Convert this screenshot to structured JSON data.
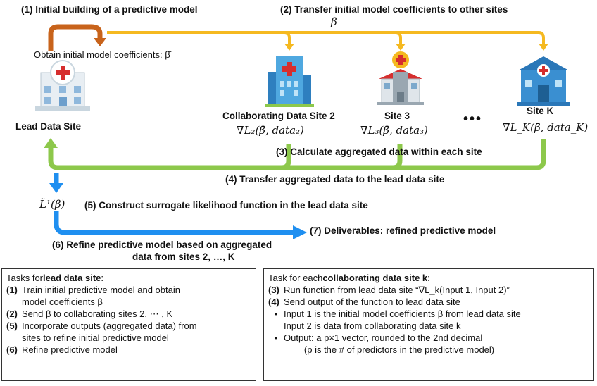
{
  "steps": {
    "step1": "(1) Initial building of a predictive model",
    "step2": "(2) Transfer initial model coefficients to other sites",
    "beta_bar": "β̄",
    "obtain_coeffs": "Obtain initial model coefficients: β̄",
    "step3": "(3) Calculate aggregated data within each site",
    "step4": "(4) Transfer aggregated data to the  lead data site",
    "surrogate_symbol": "L̃¹(β)",
    "step5": "(5) Construct surrogate likelihood function in the lead data site",
    "step6_line1": "(6) Refine predictive model based on aggregated",
    "step6_line2": "data from sites 2, …, K",
    "step7": "(7) Deliverables: refined predictive model"
  },
  "sites": {
    "lead": "Lead Data Site",
    "site2": "Collaborating Data Site 2",
    "site2_grad": "∇L₂(β̄, data₂)",
    "site3": "Site 3",
    "site3_grad": "∇L₃(β̄, data₃)",
    "siteK": "Site K",
    "siteK_grad": "∇L_K(β̄, data_K)",
    "ellipsis": "•••"
  },
  "lead_tasks": {
    "heading_pre": "Tasks for ",
    "heading_bold": "lead data site",
    "heading_post": ":",
    "items": [
      {
        "num": "(1)",
        "text": "Train initial predictive model and obtain"
      },
      {
        "num": "",
        "text": "model coefficients β̄"
      },
      {
        "num": "(2)",
        "text": "Send β̄ to collaborating sites 2, ⋯ , K"
      },
      {
        "num": "(5)",
        "text": "Incorporate outputs (aggregated data) from"
      },
      {
        "num": "",
        "text": "sites to refine initial predictive model"
      },
      {
        "num": "(6)",
        "text": "Refine predictive model"
      }
    ]
  },
  "collab_tasks": {
    "heading_pre": "Task for each ",
    "heading_bold": "collaborating data site k",
    "heading_post": ":",
    "items": [
      {
        "num": "(3)",
        "text": "Run function from lead data site “∇L_k(Input 1, Input 2)”"
      },
      {
        "num": "(4)",
        "text": "Send output of the function to lead data site"
      },
      {
        "num": "•",
        "text": "Input 1 is the initial model coefficients β̄ from lead data site"
      },
      {
        "num": "",
        "text": "Input 2 is data from collaborating data site k"
      },
      {
        "num": "•",
        "text": "Output: a p×1 vector, rounded to the 2nd decimal"
      },
      {
        "num": "",
        "text": "        (p is the # of predictors in the predictive model)"
      }
    ]
  },
  "colors": {
    "orange": "#c8631b",
    "yellow": "#f5b920",
    "green": "#8dc84b",
    "blue": "#1f8ff0"
  },
  "icons": [
    "lead-hospital-icon",
    "site2-building-icon",
    "site3-clinic-icon",
    "siteK-hospital-icon"
  ]
}
